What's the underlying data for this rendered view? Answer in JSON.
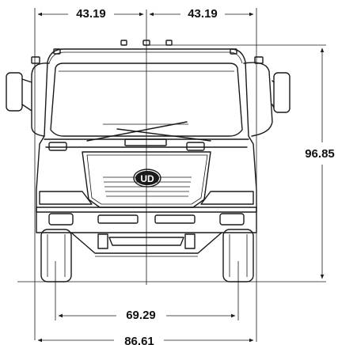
{
  "dimensions": {
    "half_width_left": "43.19",
    "half_width_right": "43.19",
    "overall_height": "96.85",
    "track_width": "69.29",
    "overall_width": "86.61"
  },
  "emblem_text": "UD",
  "colors": {
    "line": "#1a1a1a",
    "background": "#ffffff"
  }
}
